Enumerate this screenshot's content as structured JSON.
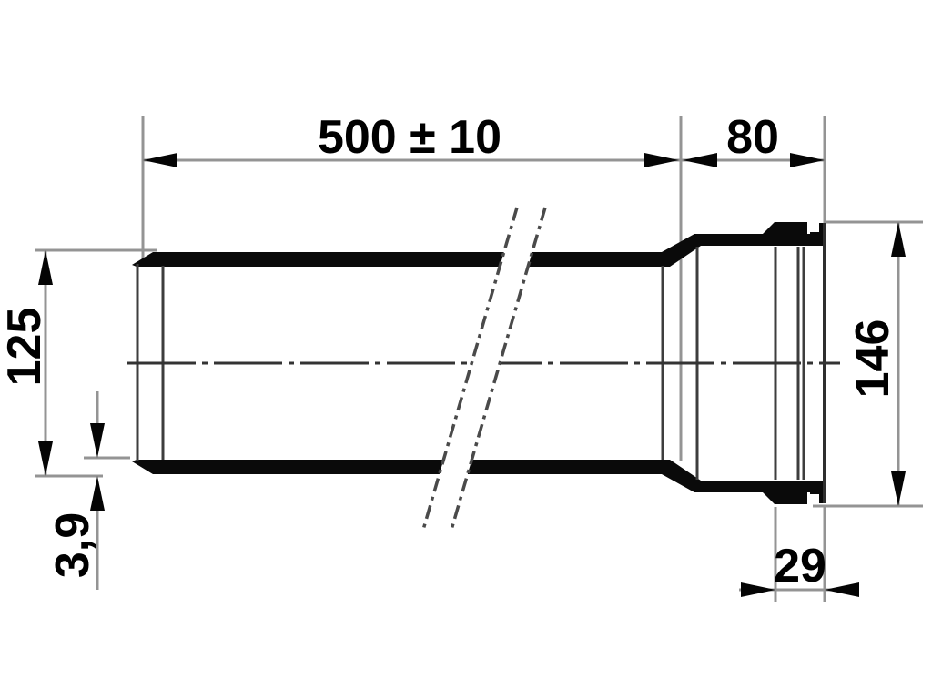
{
  "drawing": {
    "type": "technical-dimension-drawing",
    "subject": "pipe with push-fit socket, outside view with break symbol",
    "background_color": "#ffffff",
    "line_color": "#000000",
    "labels": {
      "pipe_length": "500 ± 10",
      "socket_length": "80",
      "pipe_outer_diameter": "125",
      "socket_outer_diameter": "146",
      "wall_thickness": "3,9",
      "socket_end_width": "29"
    },
    "values": {
      "pipe_length": 500,
      "pipe_length_tolerance": 10,
      "socket_length": 80,
      "pipe_outer_diameter": 125,
      "socket_outer_diameter": 146,
      "wall_thickness": 3.9,
      "socket_end_width": 29
    }
  }
}
